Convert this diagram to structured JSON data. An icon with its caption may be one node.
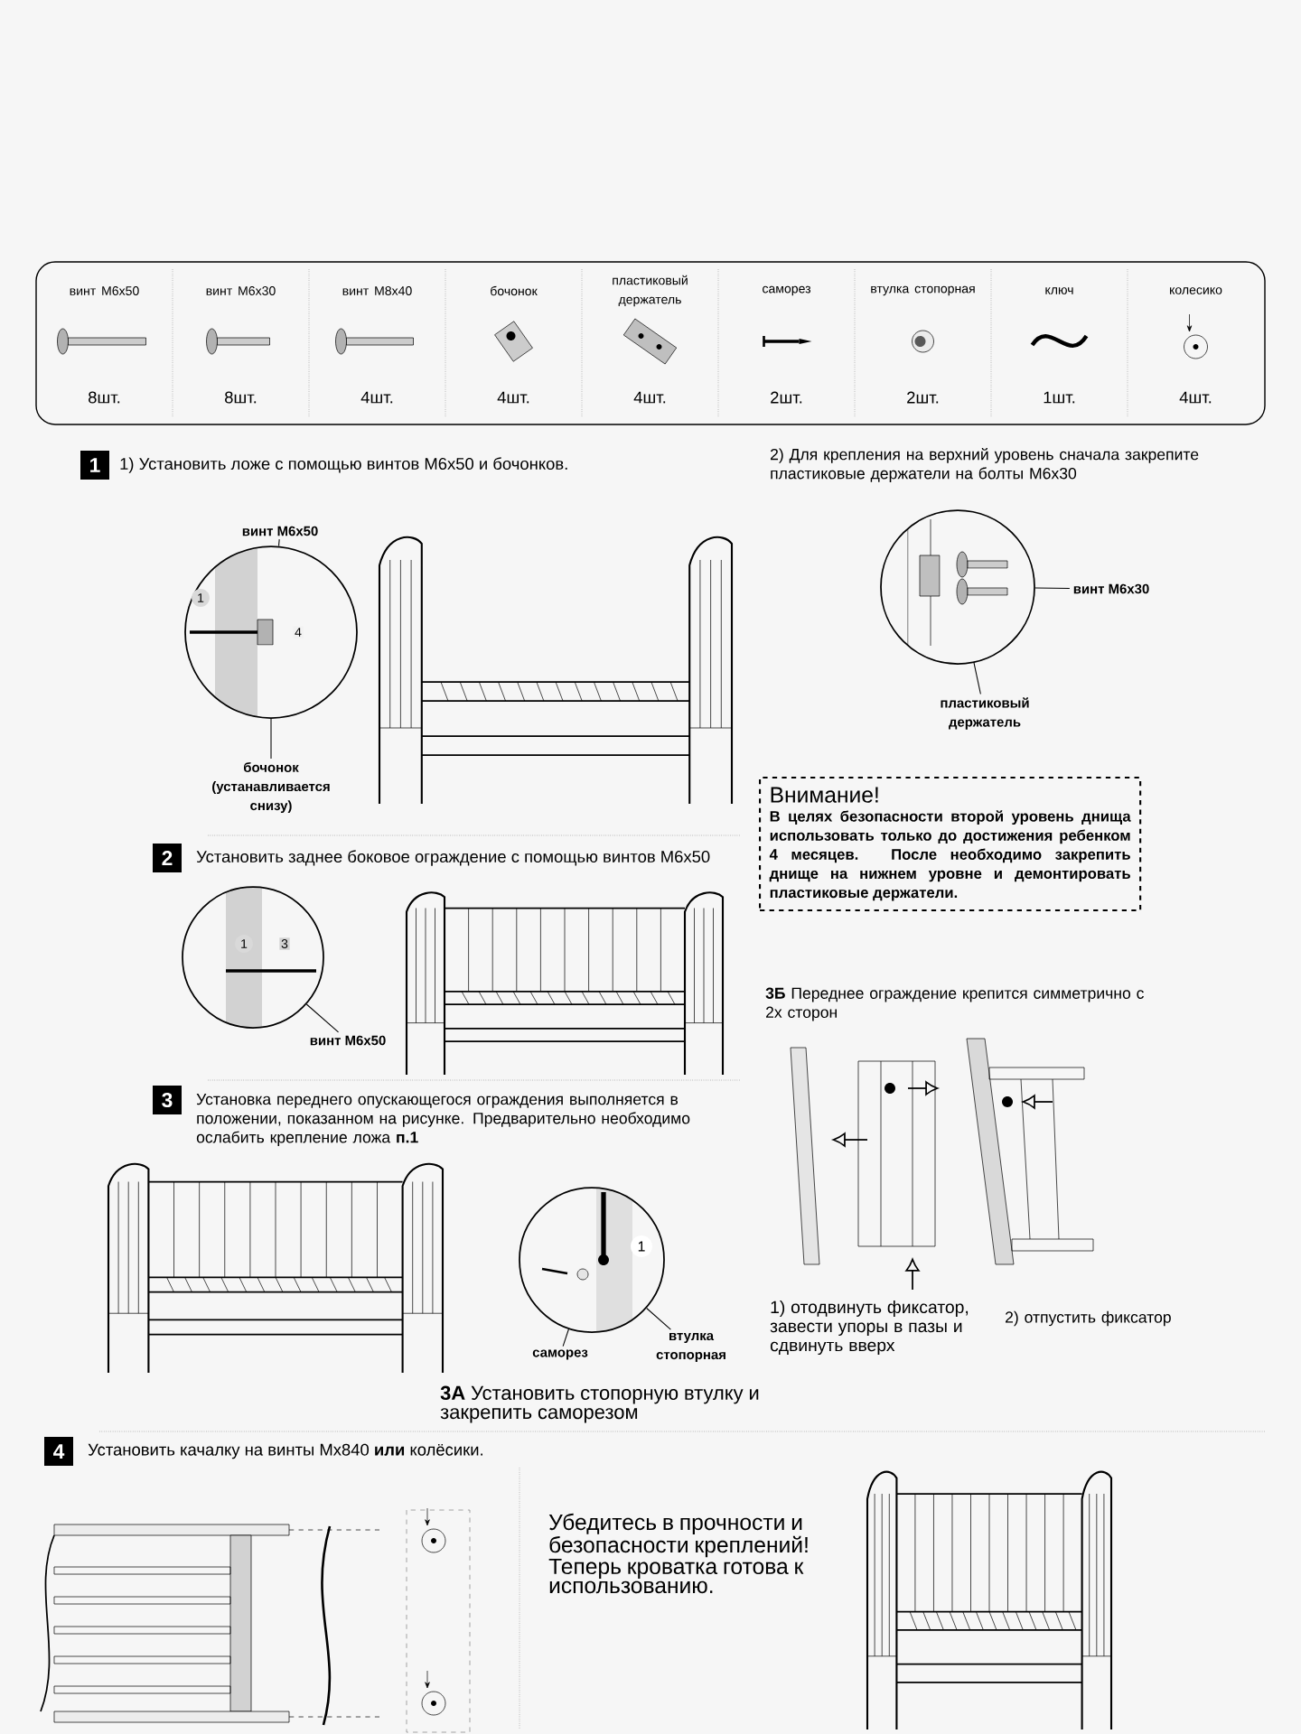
{
  "diagram": {
    "nodes": [
      {
        "text": [
          "1"
        ],
        "beside": [
          "1) Установить ложе с помощью винтов М6х50 и бочонков."
        ]
      },
      {
        "text": [
          "винт М6х50"
        ]
      },
      {
        "text": [
          "бочонок (устанавливается снизу)"
        ]
      },
      {
        "text": [
          "винт М6х30"
        ]
      },
      {
        "text": [
          "пластиковый держатель"
        ]
      },
      {
        "text": [
          "Внимание!",
          "В целях безопасности второй уровень днища использовать только до достижения ребенком 4 месяцев. После необходимо закрепить днище на нижнем уровне и демонтировать пластиковые держатели."
        ]
      },
      {
        "text": [
          "2"
        ],
        "beside": [
          "Установить заднее боковое ограждение с помощью винтов М6х50"
        ]
      },
      {
        "text": [
          "винт М6х50"
        ]
      },
      {
        "text": [
          "3"
        ],
        "beside": [
          "Установка переднего опускающегося ограждения выполняется в положении, показанном на рисунке. Предварительно необходимо ослабить крепление ложа **п.1**"
        ]
      },
      {
        "text": [
          "саморез"
        ]
      },
      {
        "text": [
          "втулка стопорная"
        ]
      },
      {
        "text": [
          "4"
        ],
        "beside": [
          "Установить качалку на винты Мх840 **или** колёсики."
        ]
      },
      {
        "text": [],
        "shape": "circle"
      },
      {
        "text": [],
        "shape": "circle"
      },
      {
        "text": [],
        "shape": "circle"
      },
      {
        "text": [],
        "shape": "circle"
      }
    ],
    "edges": [
      {
        "from": 1,
        "to": 12,
        "arrow": "none"
      },
      {
        "from": 2,
        "to": 12,
        "arrow": "none"
      },
      {
        "from": 3,
        "to": 13,
        "arrow": "none"
      },
      {
        "from": 4,
        "to": 13,
        "arrow": "none"
      },
      {
        "from": 7,
        "to": 14,
        "arrow": "none"
      },
      {
        "from": 9,
        "to": 15,
        "arrow": "none"
      },
      {
        "from": 10,
        "to": 15,
        "arrow": "none"
      }
    ],
    "labels": [
      "винт М6х50",
      "винт М6х30",
      "винт М8х40",
      "бочонок",
      "пластиковый держатель",
      "саморез",
      "втулка стопорная",
      "ключ",
      "колесико",
      "8шт.",
      "8шт.",
      "4шт.",
      "4шт.",
      "4шт.",
      "2шт.",
      "2шт.",
      "1шт.",
      "4шт.",
      "2) Для крепления на верхний уровень сначала закрепите пластиковые держатели на болты М6х30",
      "1",
      "4",
      "1",
      "3",
      "**3Б** Переднее ограждение крепится симметрично с 2х сторон",
      "1",
      "1) отодвинуть фиксатор, завести упоры в пазы и сдвинуть вверх",
      "2) отпустить фиксатор",
      "**3А** Установить стопорную втулку и закрепить саморезом",
      "Убедитесь в прочности и безопасности креплений! Теперь кроватка готова к использованию."
    ]
  }
}
